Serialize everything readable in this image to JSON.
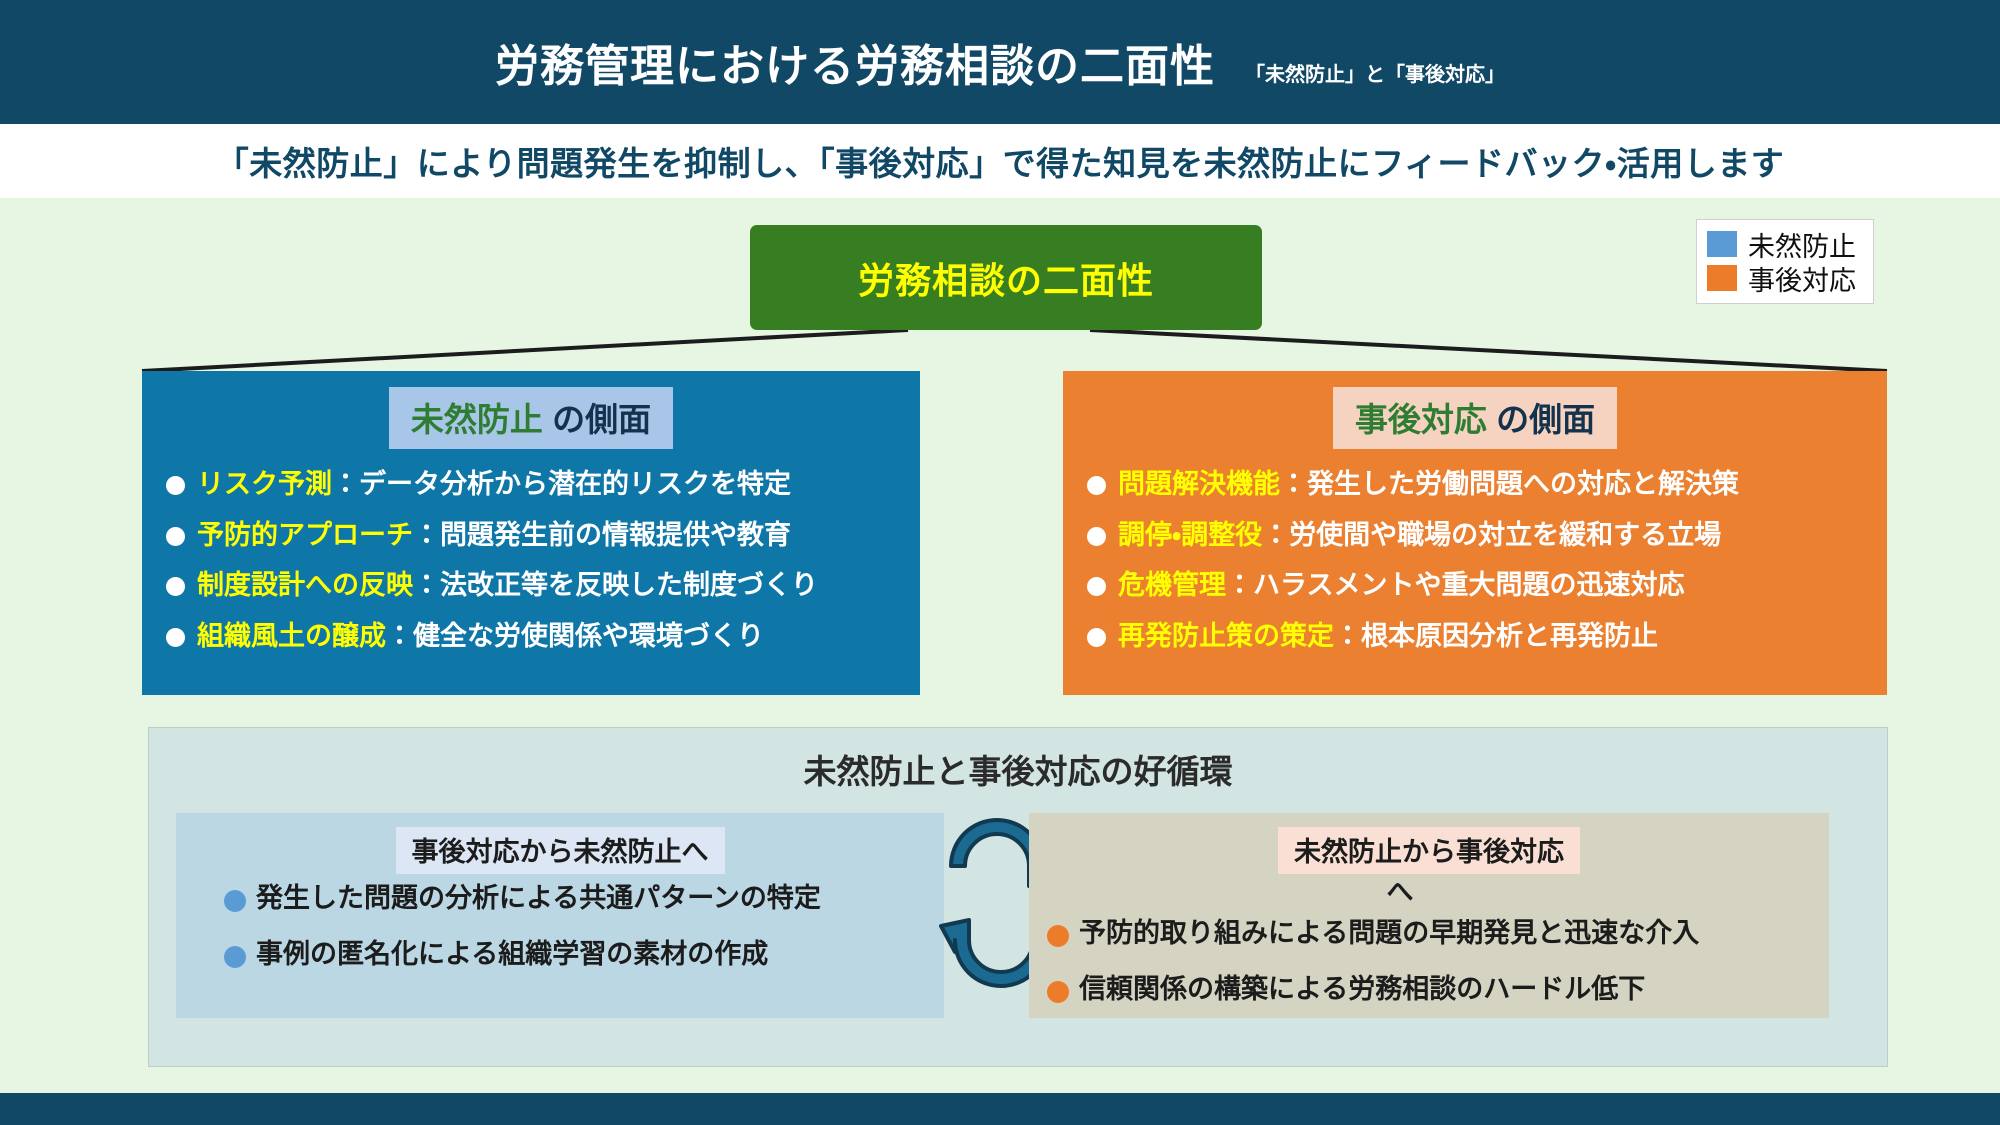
{
  "header": {
    "title": "労務管理における労務相談の二面性",
    "subtitle_inline": "「未然防止」と「事後対応」"
  },
  "subtitle_band": {
    "text": "「未然防止」により問題発生を抑制し、「事後対応」で得た知見を未然防止にフィードバック・活用します"
  },
  "legend": {
    "items": [
      {
        "label": "未然防止",
        "color": "#5b9bd5",
        "icon": "legend-swatch-blue"
      },
      {
        "label": "事後対応",
        "color": "#ec7c2a",
        "icon": "legend-swatch-orange"
      }
    ]
  },
  "center_box": {
    "label": "労務相談の二面性",
    "background": "#377d22",
    "text_color": "#ffff00"
  },
  "panels": {
    "prevention": {
      "background": "#0f76a8",
      "head_keyword": "未然防止",
      "head_rest": " の側面",
      "items": [
        {
          "keyword": "リスク予測",
          "separator": "：",
          "description": "データ分析から潜在的リスクを特定"
        },
        {
          "keyword": "予防的アプローチ",
          "separator": "：",
          "description": "問題発生前の情報提供や教育"
        },
        {
          "keyword": "制度設計への反映",
          "separator": "：",
          "description": "法改正等を反映した制度づくり"
        },
        {
          "keyword": "組織風土の醸成",
          "separator": "：",
          "description": "健全な労使関係や環境づくり"
        }
      ]
    },
    "reaction": {
      "background": "#ea8030",
      "head_keyword": "事後対応",
      "head_rest": " の側面",
      "items": [
        {
          "keyword": "問題解決機能",
          "separator": "：",
          "description": "発生した労働問題への対応と解決策"
        },
        {
          "keyword": "調停・調整役",
          "separator": "：",
          "description": "労使間や職場の対立を緩和する立場"
        },
        {
          "keyword": "危機管理",
          "separator": "：",
          "description": "ハラスメントや重大問題の迅速対応"
        },
        {
          "keyword": "再発防止策の策定",
          "separator": "：",
          "description": "根本原因分析と再発防止"
        }
      ]
    }
  },
  "cycle": {
    "title": "未然防止と事後対応の好循環",
    "left_card": {
      "background": "#bad7e3",
      "heading": "事後対応から未然防止へ",
      "heading_overflow": "",
      "bullet_color": "#5b9bd5",
      "items": [
        "発生した問題の分析による共通パターンの特定",
        "事例の匿名化による組織学習の素材の作成"
      ]
    },
    "right_card": {
      "background": "#d5d4c2",
      "heading": "未然防止から事後対応",
      "heading_overflow": "へ",
      "bullet_color": "#ec7c2a",
      "items": [
        "予防的取り組みによる問題の早期発見と迅速な介入",
        "信頼関係の構築による労務相談のハードル低下"
      ]
    },
    "arrows_icon": "circular-cycle-arrows"
  },
  "colors": {
    "header_bar": "#104866",
    "page_background": "#e7f6e2",
    "footer_bar": "#104866"
  }
}
